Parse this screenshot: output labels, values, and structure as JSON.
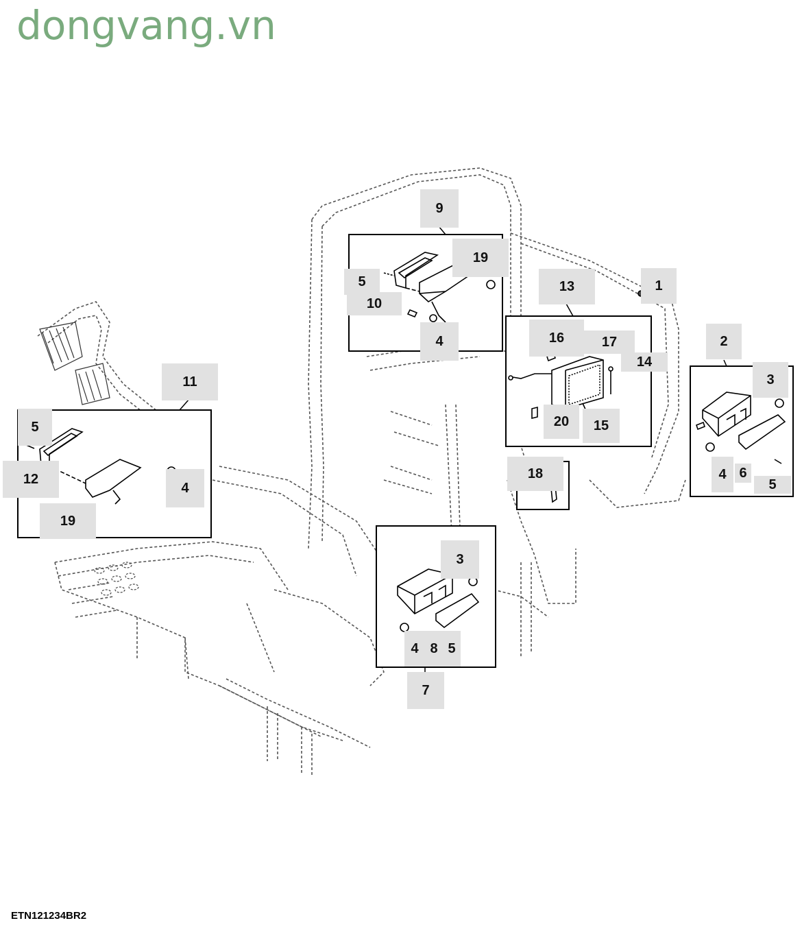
{
  "watermark": "dongvang.vn",
  "figure_code": "ETN121234BR2",
  "callouts": {
    "c1": "1",
    "c2": "2",
    "c3a": "3",
    "c3b": "3",
    "c4a": "4",
    "c4b": "4",
    "c4c": "4",
    "c4d": "4",
    "c5a": "5",
    "c5b": "5",
    "c5c": "5",
    "c5d": "5",
    "c6": "6",
    "c7": "7",
    "c8": "8",
    "c9": "9",
    "c10": "10",
    "c11": "11",
    "c12": "12",
    "c13": "13",
    "c14": "14",
    "c15": "15",
    "c16": "16",
    "c17": "17",
    "c18": "18",
    "c19a": "19",
    "c19b": "19",
    "c20": "20"
  }
}
